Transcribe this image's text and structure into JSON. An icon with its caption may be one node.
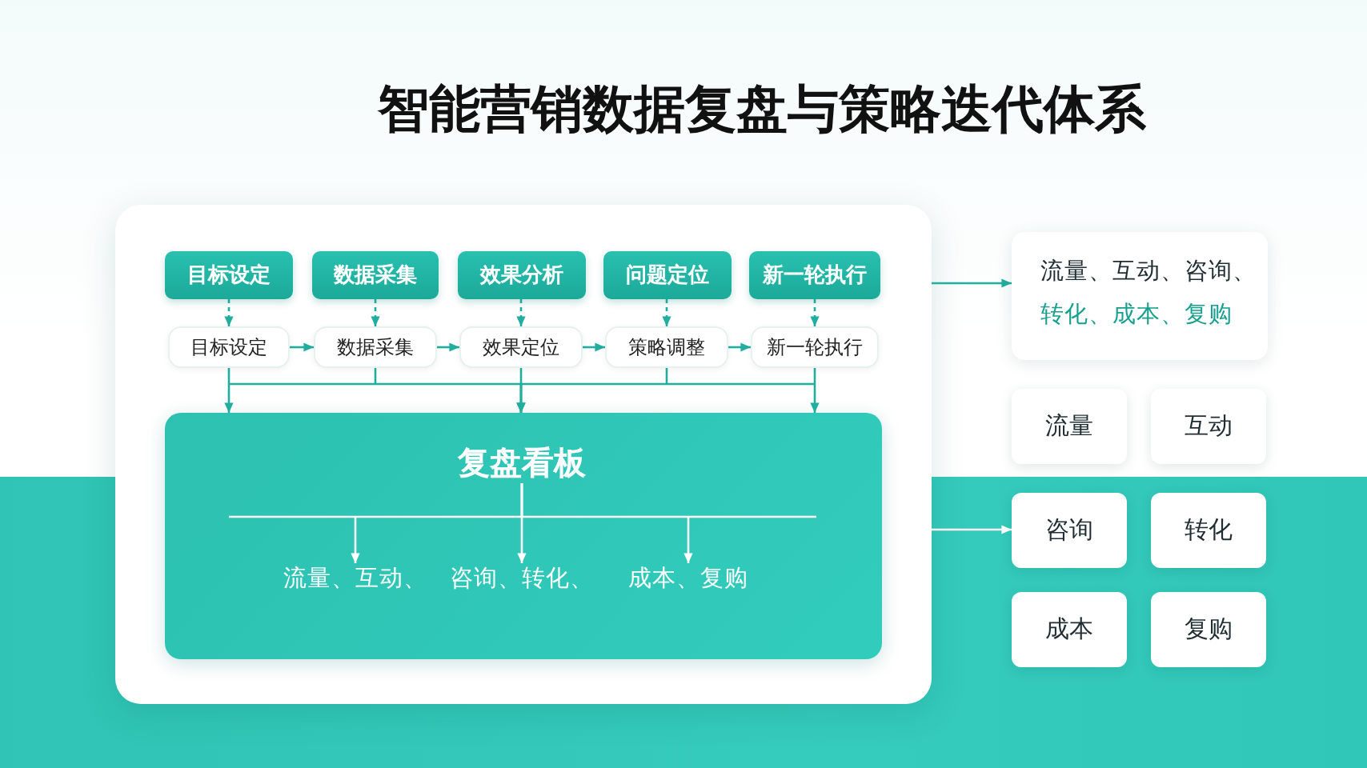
{
  "diagram": {
    "title": "智能营销数据复盘与策略迭代体系",
    "nodes": [
      {
        "text": [],
        "shape": "box"
      },
      {
        "text": [
          "目标设定"
        ],
        "in": 0
      },
      {
        "text": [
          "数据采集"
        ],
        "in": 0
      },
      {
        "text": [
          "效果分析"
        ],
        "in": 0
      },
      {
        "text": [
          "问题定位"
        ],
        "in": 0
      },
      {
        "text": [
          "新一轮执行"
        ],
        "in": 0
      },
      {
        "text": [
          "目标设定"
        ],
        "in": 0
      },
      {
        "text": [
          "数据采集"
        ],
        "in": 0
      },
      {
        "text": [
          "效果定位"
        ],
        "in": 0
      },
      {
        "text": [
          "策略调整"
        ],
        "in": 0
      },
      {
        "text": [
          "新一轮执行"
        ],
        "in": 0
      },
      {
        "text": [],
        "shape": "box",
        "in": 0
      },
      {
        "text": [
          "复盘看板"
        ],
        "in": 11
      },
      {
        "text": [
          "流量、互动、"
        ],
        "in": 11
      },
      {
        "text": [
          "咨询、转化、"
        ],
        "in": 11
      },
      {
        "text": [
          "成本、复购"
        ],
        "in": 11
      },
      {
        "text": [
          "流量、互动、咨询、",
          "转化、成本、复购"
        ]
      },
      {
        "text": [
          "流量"
        ]
      },
      {
        "text": [
          "互动"
        ]
      },
      {
        "text": [
          "咨询"
        ]
      },
      {
        "text": [
          "转化"
        ]
      },
      {
        "text": [
          "成本"
        ]
      },
      {
        "text": [
          "复购"
        ]
      }
    ],
    "edges": [
      {
        "from": 1,
        "to": 6,
        "arrow": "to",
        "style": "dashed"
      },
      {
        "from": 2,
        "to": 7,
        "arrow": "to",
        "style": "dashed"
      },
      {
        "from": 3,
        "to": 8,
        "arrow": "to",
        "style": "dashed"
      },
      {
        "from": 4,
        "to": 9,
        "arrow": "to",
        "style": "dashed"
      },
      {
        "from": 5,
        "to": 10,
        "arrow": "to",
        "style": "dashed"
      },
      {
        "from": 6,
        "to": 7,
        "arrow": "to"
      },
      {
        "from": 7,
        "to": 8,
        "arrow": "to"
      },
      {
        "from": 8,
        "to": 9,
        "arrow": "to"
      },
      {
        "from": 9,
        "to": 10,
        "arrow": "to"
      },
      {
        "from": 6,
        "to": 11,
        "arrow": "to"
      },
      {
        "from": 7,
        "to": 11,
        "arrow": "to"
      },
      {
        "from": 8,
        "to": 11,
        "arrow": "to"
      },
      {
        "from": 9,
        "to": 11,
        "arrow": "to"
      },
      {
        "from": 10,
        "to": 11,
        "arrow": "to"
      },
      {
        "from": 12,
        "to": 13,
        "arrow": "to",
        "color": "#ffffff"
      },
      {
        "from": 12,
        "to": 14,
        "arrow": "to",
        "color": "#ffffff"
      },
      {
        "from": 12,
        "to": 15,
        "arrow": "to",
        "color": "#ffffff"
      },
      {
        "from": 0,
        "to": 16,
        "arrow": "to"
      },
      {
        "from": 0,
        "to": 19,
        "arrow": "to",
        "color": "#ffffff"
      }
    ]
  }
}
